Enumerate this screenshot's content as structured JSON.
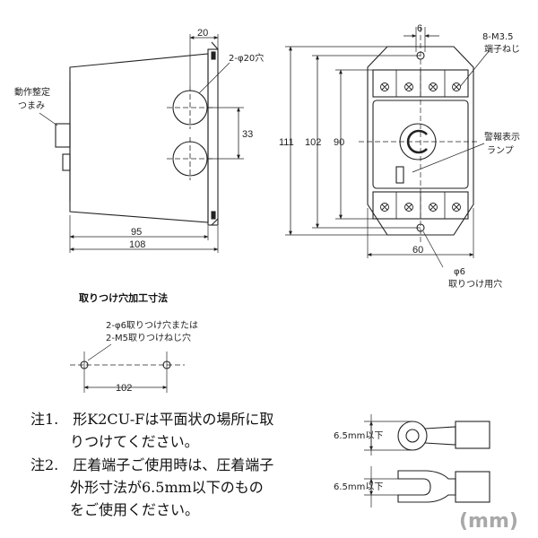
{
  "side_view": {
    "knob_label_1": "動作整定",
    "knob_label_2": "つまみ",
    "hole_label": "2-φ20穴",
    "dim_top": "20",
    "dim_hole_pitch": "33",
    "dim_depth_body": "95",
    "dim_depth_total": "108"
  },
  "front_view": {
    "dim_top": "6",
    "terminal_label_1": "8-M3.5",
    "terminal_label_2": "端子ねじ",
    "dim_111": "111",
    "dim_102": "102",
    "dim_90": "90",
    "lamp_label_1": "警報表示",
    "lamp_label_2": "ランプ",
    "dim_width": "60",
    "mount_hole_1": "φ6",
    "mount_hole_2": "取りつけ用穴"
  },
  "cutout": {
    "title": "取りつけ穴加工寸法",
    "hole_label_1": "2-φ6取りつけ穴または",
    "hole_label_2": "2-M5取りつけねじ穴",
    "dim_pitch": "102"
  },
  "notes": {
    "n1_a": "注1.　形K2CU-Fは平面状の場所に取",
    "n1_b": "りつけてください。",
    "n2_a": "注2.　圧着端子ご使用時は、圧着端子",
    "n2_b": "外形寸法が6.5mm以下のもの",
    "n2_c": "をご使用ください。"
  },
  "terminals": {
    "ring_label": "6.5mm以下",
    "fork_label": "6.5mm以下"
  },
  "unit_label": "(mm)"
}
